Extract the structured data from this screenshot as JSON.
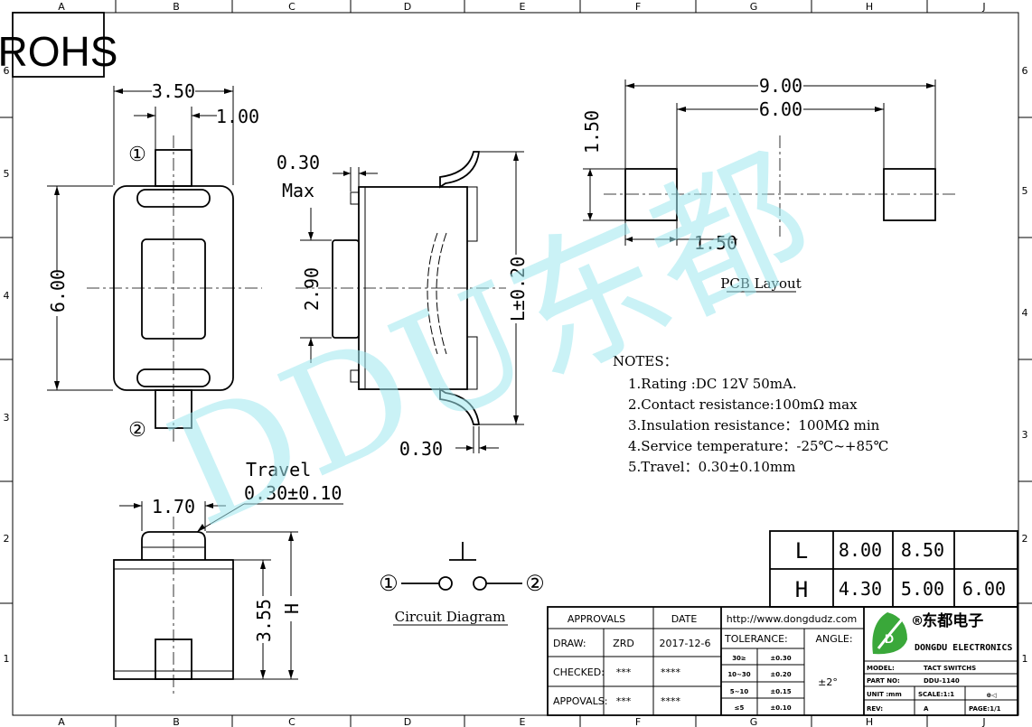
{
  "border": {
    "columns": [
      "A",
      "B",
      "C",
      "D",
      "E",
      "F",
      "G",
      "H",
      "J"
    ],
    "rows": [
      "6",
      "5",
      "4",
      "3",
      "2",
      "1"
    ]
  },
  "rohs": "ROHS",
  "watermark": "DDU东都",
  "top_view": {
    "width": "3.50",
    "pin_width": "1.00",
    "height": "6.00",
    "pin1": "①",
    "pin2": "②"
  },
  "side_view": {
    "max_value": "0.30",
    "max_label": "Max",
    "actuator": "2.90",
    "length": "L±0.20",
    "lead": "0.30"
  },
  "pcb": {
    "span": "9.00",
    "inner": "6.00",
    "pad_h": "1.50",
    "pad_w": "1.50",
    "title": "PCB Layout"
  },
  "notes": {
    "title": "NOTES：",
    "items": [
      "1.Rating :DC 12V 50mA.",
      "2.Contact resistance:100mΩ max",
      "3.Insulation resistance：100MΩ min",
      "4.Service temperature：-25℃~+85℃",
      "5.Travel：0.30±0.10mm"
    ]
  },
  "front_view": {
    "travel_label": "Travel",
    "travel_value": "0.30±0.10",
    "cap_width": "1.70",
    "body_height": "3.55",
    "height_label": "H"
  },
  "circuit": {
    "pin1": "①",
    "pin2": "②",
    "title": "Circuit Diagram"
  },
  "size_table": {
    "rows": [
      {
        "label": "L",
        "values": [
          "8.00",
          "8.50",
          ""
        ]
      },
      {
        "label": "H",
        "values": [
          "4.30",
          "5.00",
          "6.00"
        ]
      }
    ]
  },
  "title_block": {
    "approvals_header": "APPROVALS",
    "date_header": "DATE",
    "draw_label": "DRAW:",
    "draw_by": "ZRD",
    "draw_date": "2017-12-6",
    "checked_label": "CHECKED:",
    "checked_by": "***",
    "checked_date": "****",
    "appovals_label": "APPOVALS:",
    "appovals_by": "***",
    "appovals_date": "****",
    "website": "http://www.dongdudz.com",
    "tolerance_label": "TOLERANCE:",
    "angle_label": "ANGLE:",
    "angle_value": "±2°",
    "tolerances": [
      {
        "range": "30≥",
        "value": "±0.30"
      },
      {
        "range": "10~30",
        "value": "±0.20"
      },
      {
        "range": "5~10",
        "value": "±0.15"
      },
      {
        "range": "≤5",
        "value": "±0.10"
      }
    ],
    "company_cn": "®东都电子",
    "company_en": "DONGDU ELECTRONICS",
    "model_label": "MODEL:",
    "model_value": "TACT SWITCHS",
    "part_label": "PART NO:",
    "part_value": "DDU-1140",
    "unit_label": "UNIT :mm",
    "scale_label": "SCALE:1:1",
    "rev_label": "REV:",
    "rev_value": "A",
    "page_label": "PAGE:1/1",
    "projection_symbol": "⊕◁"
  },
  "colors": {
    "watermark": "#9fe8f0",
    "line": "#000000"
  }
}
